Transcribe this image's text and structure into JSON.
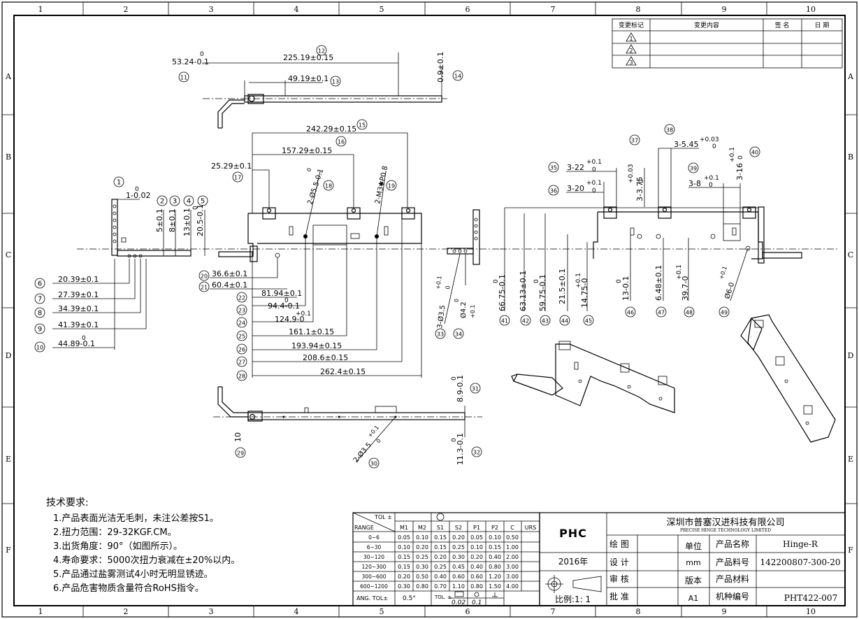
{
  "border": {
    "col_labels": [
      "1",
      "2",
      "3",
      "4",
      "5",
      "6",
      "7",
      "8",
      "9",
      "10"
    ],
    "row_labels": [
      "A",
      "B",
      "C",
      "D",
      "E",
      "F"
    ]
  },
  "revision_table": {
    "headers": [
      "变更标记",
      "变更内容",
      "签 名",
      "日 期"
    ],
    "marks": [
      "1",
      "2",
      "3"
    ]
  },
  "balloons": [
    "1",
    "2",
    "3",
    "4",
    "5",
    "6",
    "7",
    "8",
    "9",
    "10",
    "11",
    "12",
    "13",
    "14",
    "15",
    "16",
    "17",
    "18",
    "19",
    "20",
    "21",
    "22",
    "23",
    "24",
    "25",
    "26",
    "27",
    "28",
    "29",
    "30",
    "31",
    "32",
    "33",
    "34",
    "35",
    "36",
    "37",
    "38",
    "39",
    "40",
    "41",
    "42",
    "43",
    "44",
    "45",
    "46",
    "47",
    "48",
    "49"
  ],
  "top_view": {
    "dims": [
      "53.24-0.1",
      "0",
      "225.19±0.15",
      "49.19±0.1",
      "0.9±0.1"
    ]
  },
  "main_view": {
    "dims": [
      "242.29±0.15",
      "157.29±0.15",
      "25.29±0.1",
      "2-Ø5.5-0.1",
      "0",
      "2-M3✱P0.8"
    ],
    "vert_dims": [
      "1-0.02",
      "0",
      "5±0.1",
      "8±0.1",
      "13±0.1",
      "20.5-0.1",
      "0"
    ],
    "left_dims": [
      "20.39±0.1",
      "27.39±0.1",
      "34.39±0.1",
      "41.39±0.1",
      "44.89-0.1",
      "0"
    ],
    "bottom_dims": [
      "36.6±0.1",
      "60.4±0.1",
      "81.94±0.1",
      "94.4-0.1",
      "0",
      "124.9-0",
      "+0.1",
      "161.1±0.15",
      "193.94±0.15",
      "208.6±0.15",
      "262.4±0.15"
    ]
  },
  "side_view": {
    "dims": [
      "3-Ø3.5",
      "+0.1",
      "0",
      "Ø4.2",
      "+0.1",
      "0"
    ]
  },
  "right_view": {
    "top_dims": [
      "3-22",
      "+0.1",
      "0",
      "3-20",
      "+0.1",
      "0",
      "3-3.75",
      "+0.03",
      "0",
      "3-5.45",
      "+0.03",
      "0",
      "3-8",
      "+0.1",
      "0",
      "3-16",
      "+0.1",
      "0"
    ],
    "bottom_dims": [
      "66.75-0.1",
      "0",
      "63.13±0.1",
      "59.75-0.1",
      "0",
      "21.5±0.1",
      "14.75-0",
      "+0.1",
      "13-0.1",
      "0",
      "6.48±0.1",
      "39.7-0",
      "+0.1",
      "Ø6-0",
      "+0.1"
    ]
  },
  "bottom_view": {
    "dims": [
      "10",
      "2-Ø3.5",
      "+0.1",
      "0",
      "8.9-0.1",
      "0",
      "11.3-0.1",
      "0"
    ]
  },
  "tech_requirements": {
    "title": "技术要求:",
    "items": [
      "1.产品表面光洁无毛刺，未注公差按S1。",
      "2.扭力范围：29-32KGF.CM。",
      "3.出货角度：90°（如图所示）。",
      "4.寿命要求：5000次扭力衰减在±20%以内。",
      "5.产品通过盐雾测试4小时无明显锈迹。",
      "6.产品危害物质含量符合RoHS指令。"
    ]
  },
  "tolerance_table": {
    "corner_tol": "TOL ±",
    "corner_range": "RANGE",
    "headers": [
      "M1",
      "M2",
      "S1",
      "S2",
      "P1",
      "P2",
      "C",
      "URS"
    ],
    "rows": [
      {
        "range": "0~6",
        "v": [
          "0.05",
          "0.10",
          "0.15",
          "0.20",
          "0.05",
          "0.10",
          "0.50",
          ""
        ]
      },
      {
        "range": "6~30",
        "v": [
          "0.10",
          "0.20",
          "0.15",
          "0.25",
          "0.10",
          "0.15",
          "1.00",
          ""
        ]
      },
      {
        "range": "30~120",
        "v": [
          "0.15",
          "0.25",
          "0.20",
          "0.30",
          "0.20",
          "0.40",
          "2.00",
          ""
        ]
      },
      {
        "range": "120~300",
        "v": [
          "0.15",
          "0.30",
          "0.25",
          "0.45",
          "0.40",
          "0.80",
          "3.00",
          ""
        ]
      },
      {
        "range": "300~600",
        "v": [
          "0.20",
          "0.50",
          "0.40",
          "0.60",
          "0.60",
          "1.20",
          "3.00",
          ""
        ]
      },
      {
        "range": "600~1200",
        "v": [
          "0.30",
          "0.80",
          "0.70",
          "1.10",
          "0.80",
          "1.50",
          "4.00",
          ""
        ]
      }
    ],
    "ang_label": "ANG. TOL±",
    "ang_value": "0.5°",
    "geo_label": "TOL. ±",
    "geo_values": [
      "0.02",
      "0.1"
    ]
  },
  "title_block": {
    "logo": "PHC",
    "company_cn": "深圳市普塞汉进科技有限公司",
    "company_en": "PRECISE HINGE TECHNOLOGY LIMITED",
    "year": "2016年",
    "scale": "比例:1: 1",
    "roles": [
      "绘 图",
      "设 计",
      "审 核",
      "批 准"
    ],
    "unit_label": "单位",
    "unit_value": "mm",
    "version_label": "版本",
    "version_value": "A1",
    "fields": [
      {
        "label": "产品名称",
        "value": "Hinge-R"
      },
      {
        "label": "产品料号",
        "value": "142200807-300-20"
      },
      {
        "label": "产品材料",
        "value": ""
      },
      {
        "label": "机种编号",
        "value": "PHT422-007"
      }
    ]
  }
}
